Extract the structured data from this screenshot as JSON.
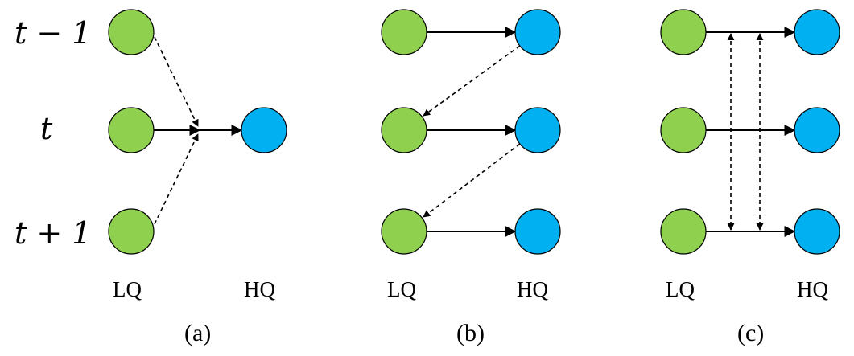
{
  "rows": {
    "prev": "t − 1",
    "curr": "t",
    "next": "t + 1"
  },
  "colors": {
    "lq_node": "#8fd14f",
    "hq_node": "#00b0f0"
  },
  "panels": [
    {
      "lq_label": "LQ",
      "hq_label": "HQ",
      "caption": "(a)"
    },
    {
      "lq_label": "LQ",
      "hq_label": "HQ",
      "caption": "(b)"
    },
    {
      "lq_label": "LQ",
      "hq_label": "HQ",
      "caption": "(c)"
    }
  ]
}
